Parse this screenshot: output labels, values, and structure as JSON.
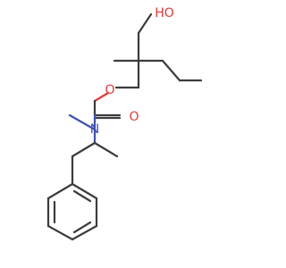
{
  "molecule": {
    "atoms": {
      "hydroxyl": "HO",
      "ester_oxygen": "O",
      "carbonyl_oxygen": "O",
      "nitrogen": "N"
    },
    "colors": {
      "bond": "#3c3c3c",
      "oxygen": "#e53935",
      "nitrogen": "#3f51b5",
      "background": "#ffffff"
    }
  }
}
